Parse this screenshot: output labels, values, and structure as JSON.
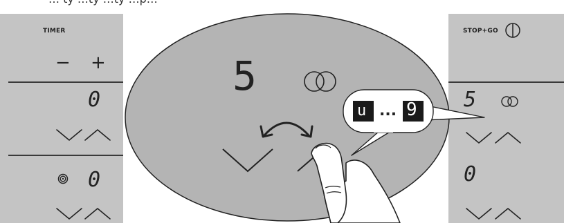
{
  "caption_fragment": "… ty …ty …ty …p…",
  "left_panel": {
    "timer_label": "TIMER",
    "minus_symbol": "−",
    "plus_symbol": "+",
    "timer_digit": "0",
    "zone_digit": "0"
  },
  "right_panel": {
    "stopgo_label": "STOP+GO",
    "zone_digit_top": "5",
    "zone_digit_bottom": "0"
  },
  "zoom": {
    "main_digit": "5",
    "range_start": "u",
    "range_ellipsis": "...",
    "range_end": "9"
  },
  "colors": {
    "panel": "#c4c4c4",
    "ellipse": "#b4b4b4",
    "stroke": "#222222",
    "bubble": "#ffffff",
    "digit_box": "#1a1a1a"
  },
  "icons": [
    "power-icon",
    "dual-ring-icon",
    "heat-coil-icon",
    "rotate-arrow-icon",
    "finger-hand-icon",
    "chevron-down-icon",
    "chevron-up-icon"
  ]
}
